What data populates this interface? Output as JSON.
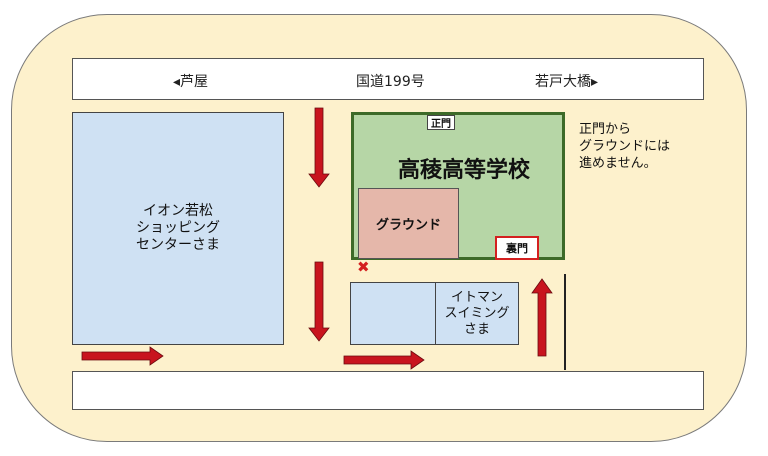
{
  "map": {
    "top_road": {
      "left_label": "◂芦屋",
      "center_label": "国道199号",
      "right_label": "若戸大橋▸"
    },
    "aeon": {
      "label": "イオン若松\nショッピング\nセンターさま"
    },
    "school": {
      "name": "高稜高等学校",
      "main_gate": "正門",
      "back_gate": "裏門",
      "ground": "グラウンド"
    },
    "note": "正門から\nグラウンドには\n進めません。",
    "swimming": {
      "label": "イトマン\nスイミング\nさま"
    },
    "colors": {
      "background": "#fdf1cc",
      "building": "#cfe1f3",
      "school": "#b6d6a6",
      "ground": "#e5b7aa",
      "arrow": "#c8141e",
      "back_gate_border": "#d42020"
    },
    "icons": {
      "arrows": "red-direction-arrow",
      "no_entry": "x-mark"
    }
  }
}
